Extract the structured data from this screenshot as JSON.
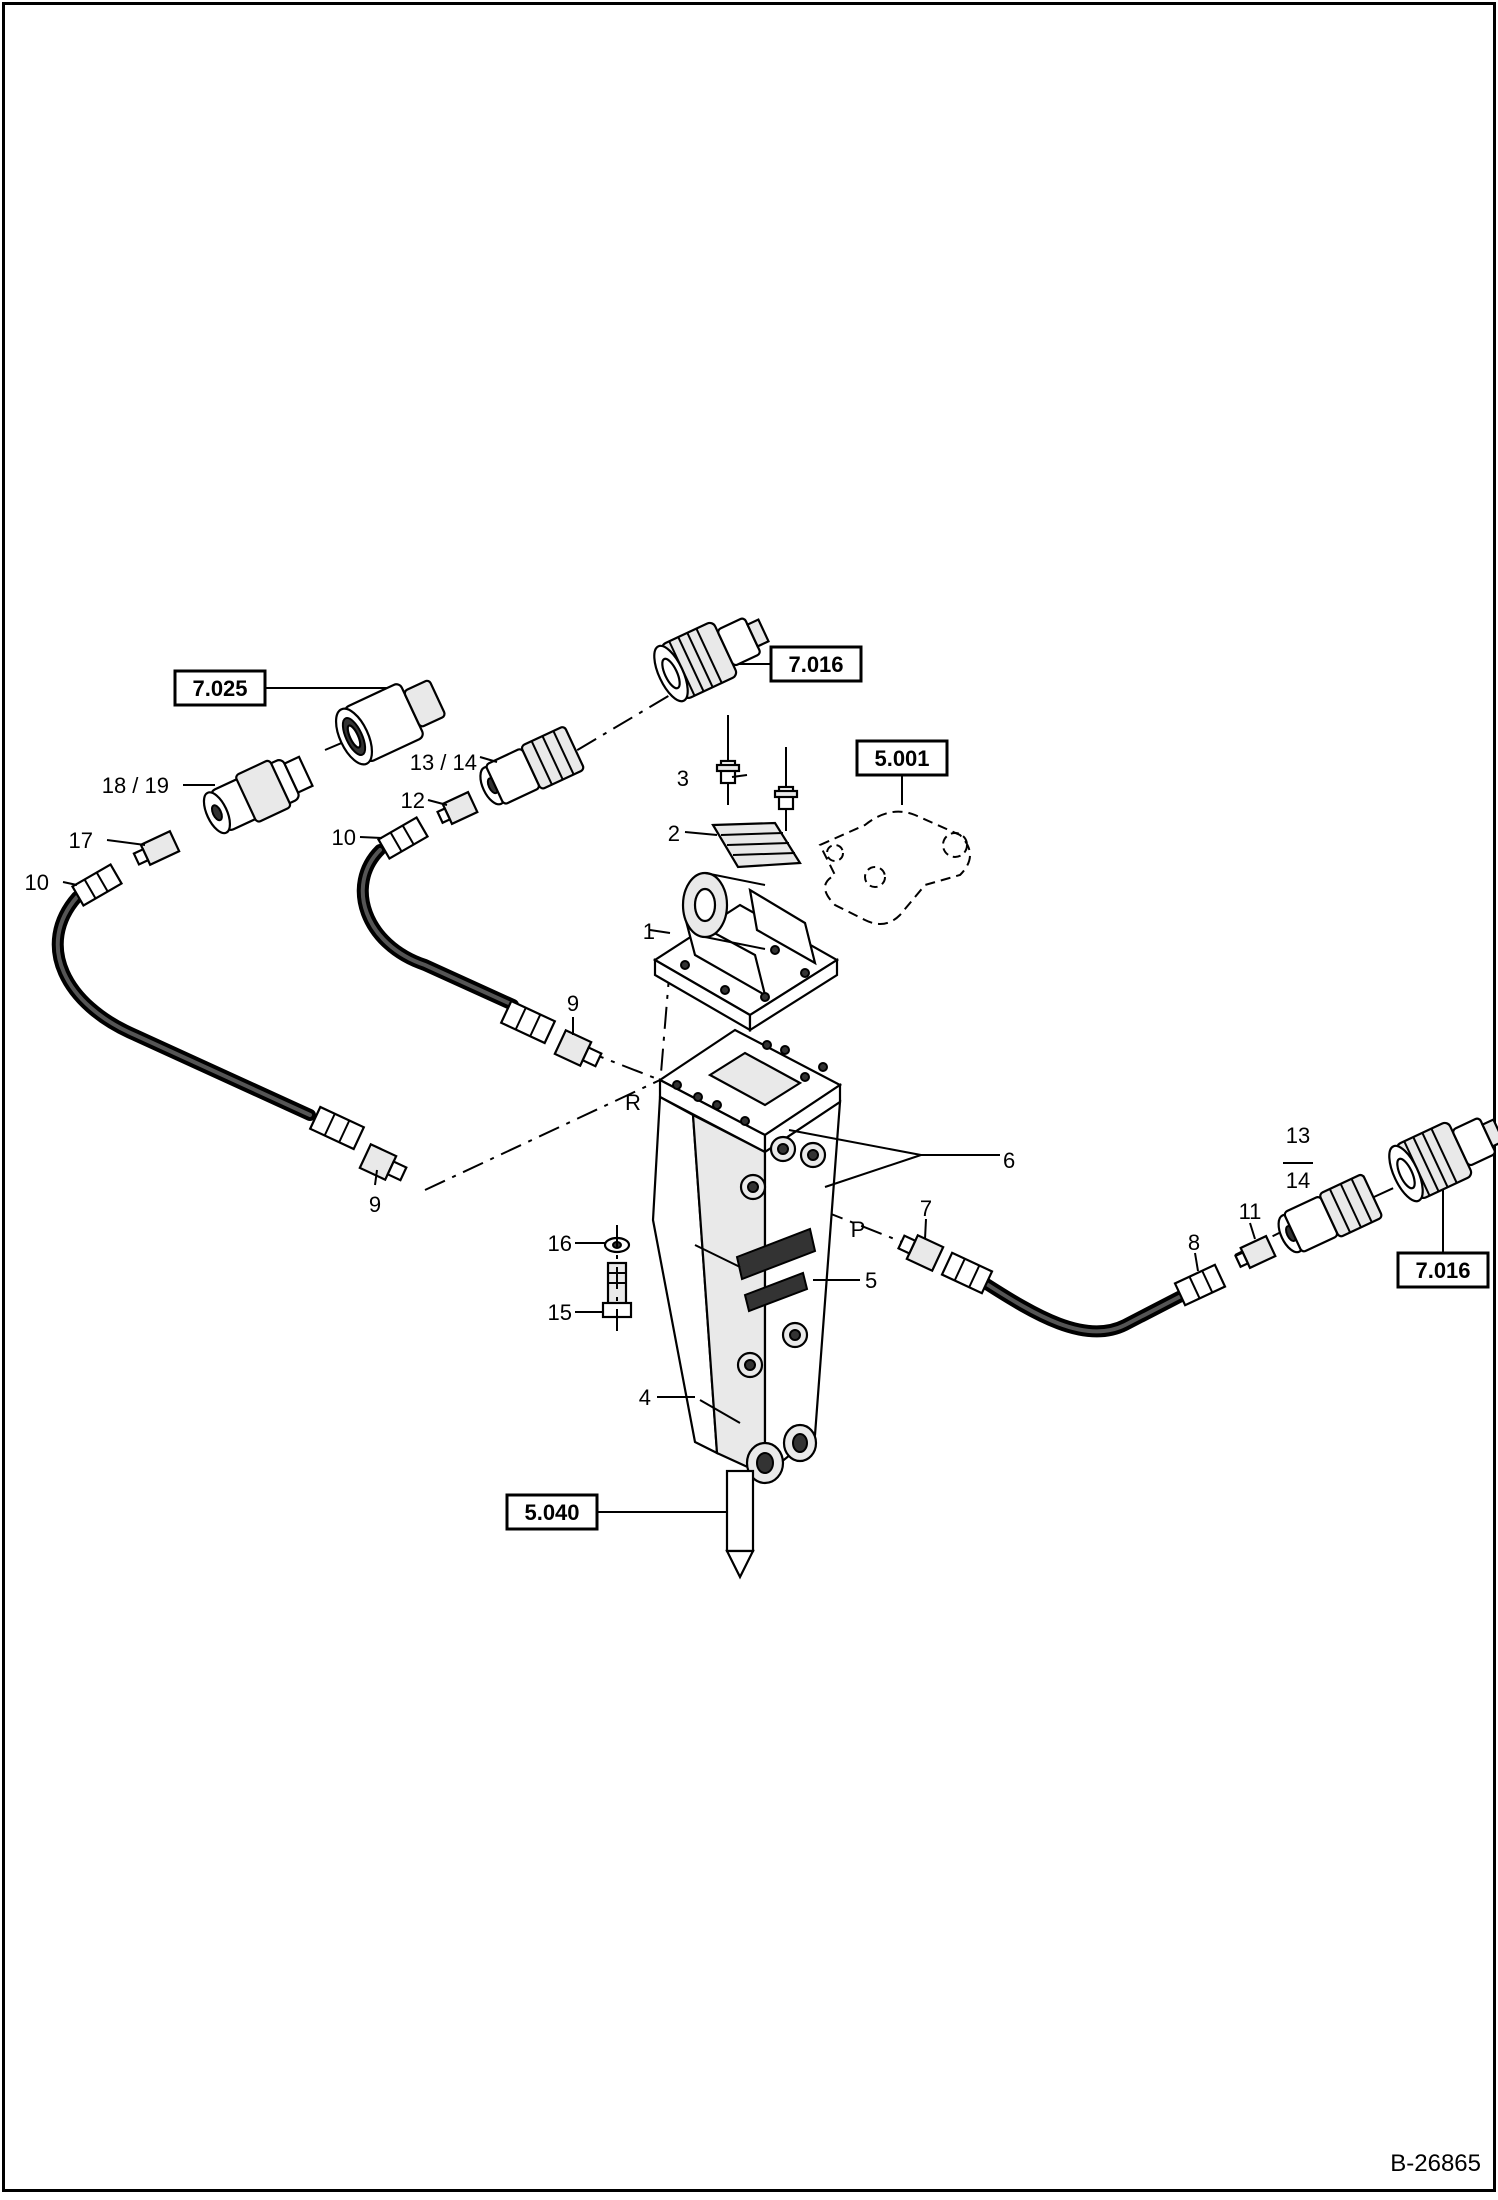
{
  "labels": {
    "p1": "1",
    "p2": "2",
    "p3": "3",
    "p4": "4",
    "p5": "5",
    "p6": "6",
    "p7": "7",
    "p8": "8",
    "p9a": "9",
    "p9b": "9",
    "p10a": "10",
    "p10b": "10",
    "p11": "11",
    "p12": "12",
    "p13_14": "13 / 14",
    "p13": "13",
    "p14": "14",
    "p15": "15",
    "p16": "16",
    "p17": "17",
    "p18_19": "18 / 19",
    "port_r": "R",
    "port_p": "P"
  },
  "refs": {
    "ref_7025": "7.025",
    "ref_7016_top": "7.016",
    "ref_5001": "5.001",
    "ref_7016_right": "7.016",
    "ref_5040": "5.040"
  },
  "doc_number": "B-26865"
}
